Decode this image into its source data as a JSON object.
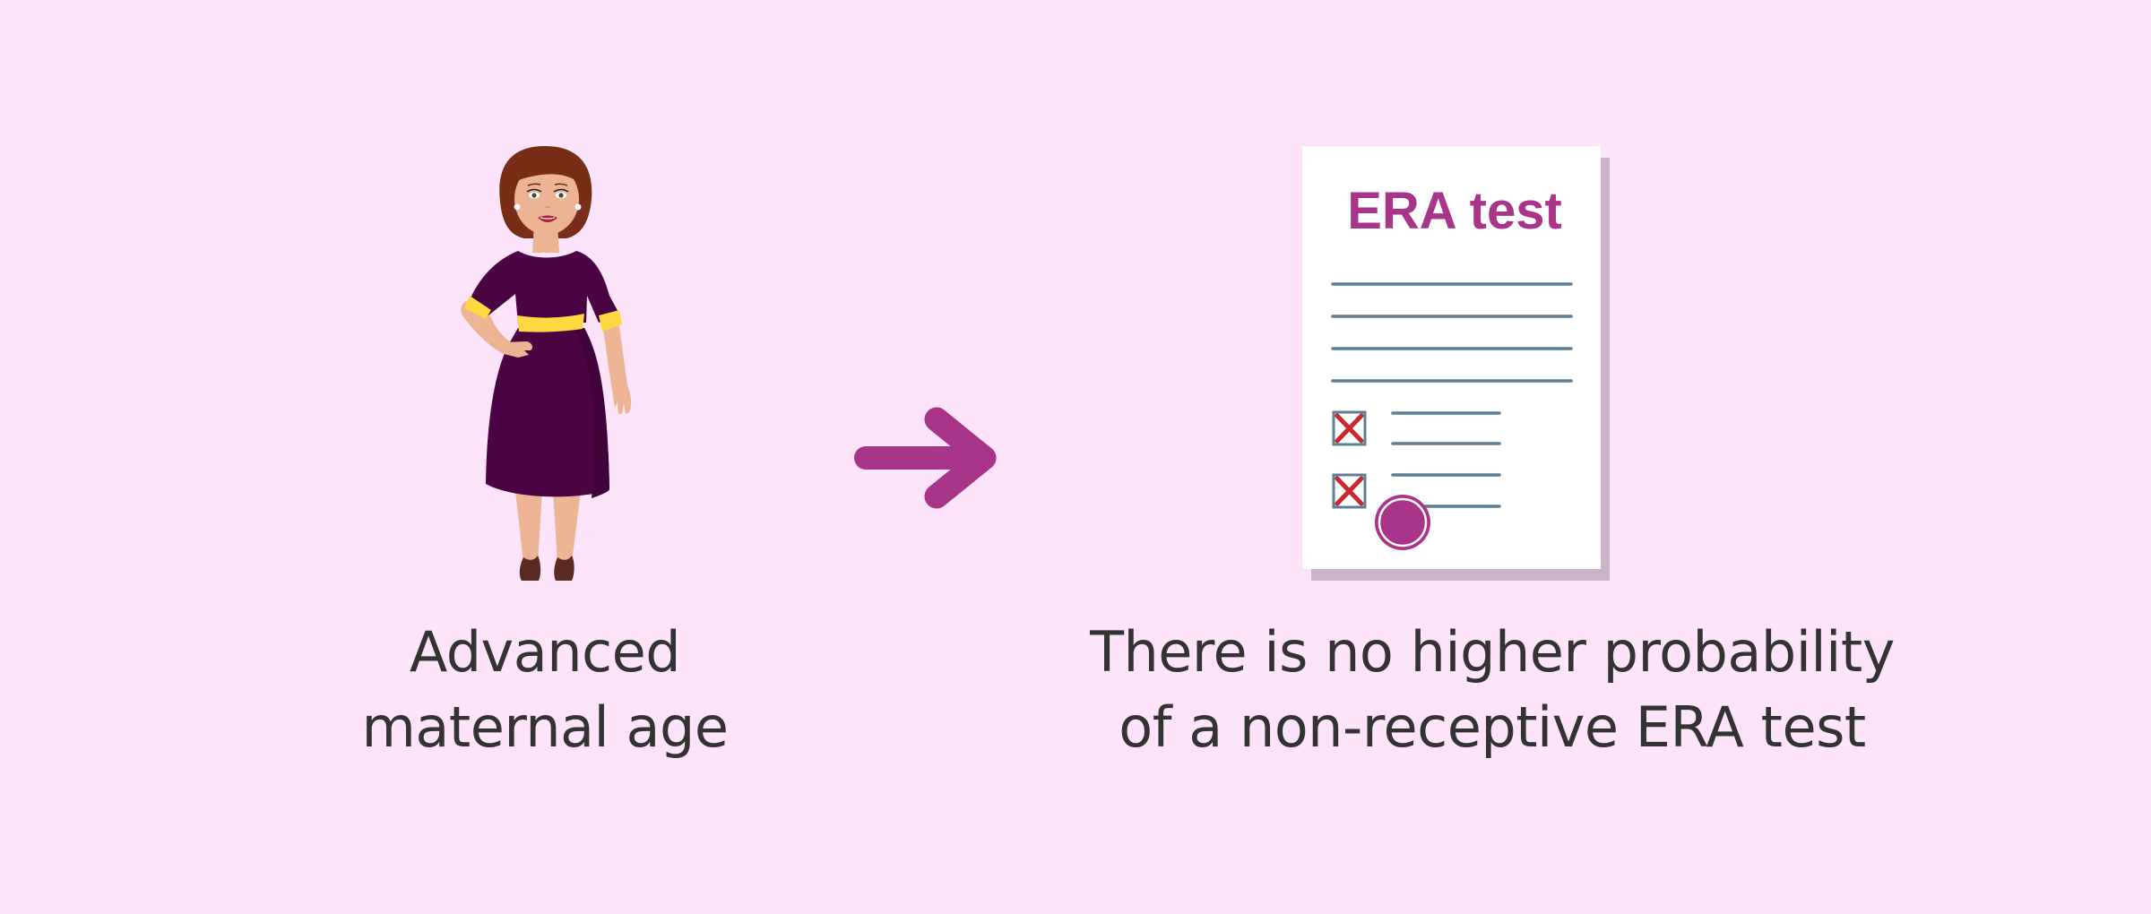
{
  "colors": {
    "background": "#fde4fa",
    "accent": "#a83589",
    "text": "#333333",
    "document_paper": "#ffffff",
    "document_shadow": "#cbb3c8",
    "document_lines": "#5f7d95",
    "cross_mark": "#c62a2f",
    "dress": "#4a0444",
    "belt": "#fdd840",
    "skin": "#ecb492",
    "hair": "#772d16",
    "shoes": "#5a2b22"
  },
  "left": {
    "figure": "woman-icon",
    "caption_lines": [
      "Advanced",
      "maternal age"
    ]
  },
  "connector": {
    "icon": "arrow-right-icon"
  },
  "right": {
    "document": {
      "icon": "document-icon",
      "title": "ERA test",
      "text_lines": 4,
      "checklist": [
        {
          "mark": "cross-icon",
          "lines": 2
        },
        {
          "mark": "cross-icon",
          "lines": 2
        }
      ],
      "stamp": "stamp-icon"
    },
    "caption_lines": [
      "There is no higher probability",
      "of a non-receptive ERA test"
    ]
  }
}
